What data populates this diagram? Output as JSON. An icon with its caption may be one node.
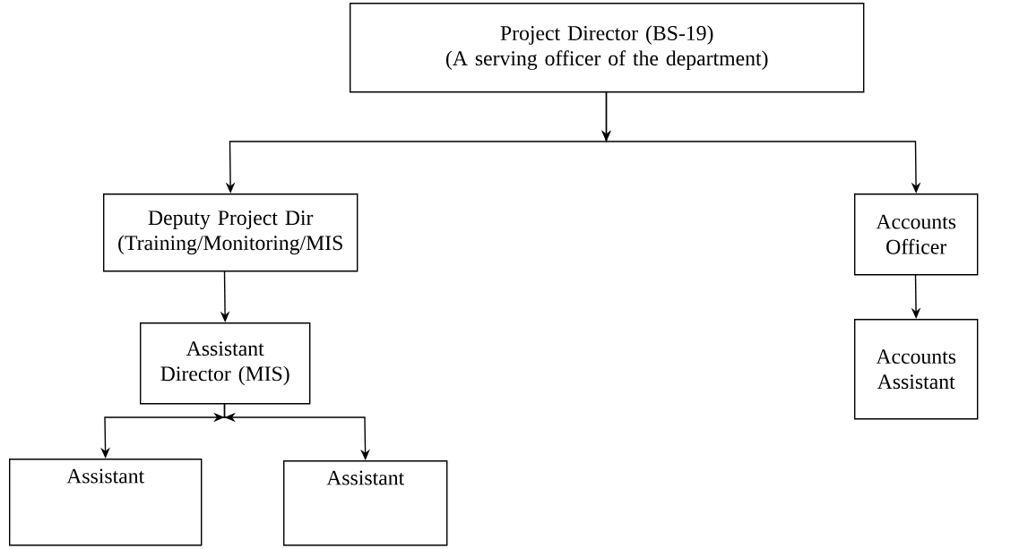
{
  "diagram": {
    "nodes": [
      {
        "text": [
          "Project Director (BS-19)",
          "(A serving officer of the department)"
        ]
      },
      {
        "text": [
          "Deputy Project Dir",
          "(Training/Monitoring/MIS"
        ]
      },
      {
        "text": [
          "Assistant Director (MIS)"
        ]
      },
      {
        "text": [
          "Accounts Officer"
        ]
      },
      {
        "text": [
          "Assistant"
        ]
      },
      {
        "text": [
          "Assistant"
        ]
      },
      {
        "text": [
          "Accounts Assistant"
        ]
      }
    ],
    "edges": [
      {
        "from": 0,
        "to": 1,
        "arrow": "to"
      },
      {
        "from": 0,
        "to": 3,
        "arrow": "to"
      },
      {
        "from": 1,
        "to": 2,
        "arrow": "to"
      },
      {
        "from": 2,
        "to": 4,
        "arrow": "to"
      },
      {
        "from": 2,
        "to": 5,
        "arrow": "to"
      },
      {
        "from": 3,
        "to": 6,
        "arrow": "to"
      }
    ]
  }
}
